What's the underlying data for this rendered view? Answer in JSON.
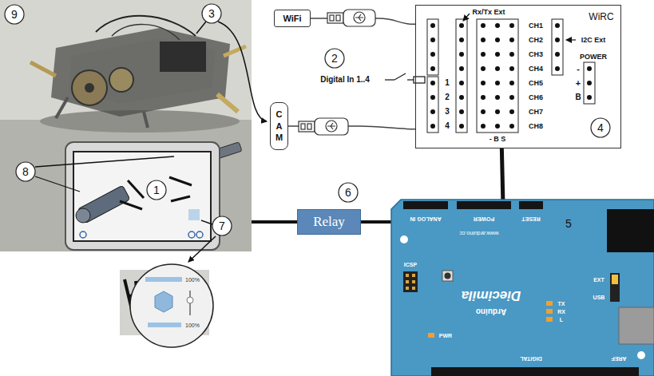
{
  "diagram": {
    "nodes": [
      {
        "text": [
          "WiFi"
        ]
      },
      {
        "text": [
          "C A M"
        ]
      },
      {
        "text": [
          "WiRC"
        ]
      },
      {
        "text": [
          "Relay"
        ]
      },
      {
        "text": [
          "Arduino",
          "Diecimila"
        ]
      }
    ],
    "edges": [
      {
        "from": 0,
        "to": 2,
        "arrow": "none"
      },
      {
        "from": 1,
        "to": 2,
        "arrow": "none"
      },
      {
        "from": 2,
        "to": 4,
        "arrow": "none"
      },
      {
        "from": 3,
        "to": 4,
        "arrow": "none"
      }
    ],
    "labels": [
      "9",
      "3",
      "8",
      "1",
      "7",
      "100%",
      "100%",
      "2",
      "Digital In 1..4",
      "Rx/Tx Ext",
      "CH1",
      "CH2",
      "CH3",
      "CH4",
      "CH5",
      "CH6",
      "CH7",
      "CH8",
      "I2C Ext",
      "POWER",
      "-",
      "+",
      "B",
      "1",
      "2",
      "3",
      "4",
      "- B S",
      "4",
      "6",
      "5",
      "ANALOG IN",
      "POWER",
      "RESET",
      "www.arduino.cc",
      "ICSP",
      "PWR",
      "DIGITAL",
      "AREF",
      "TX",
      "RX",
      "L",
      "EXT",
      "USB"
    ]
  }
}
